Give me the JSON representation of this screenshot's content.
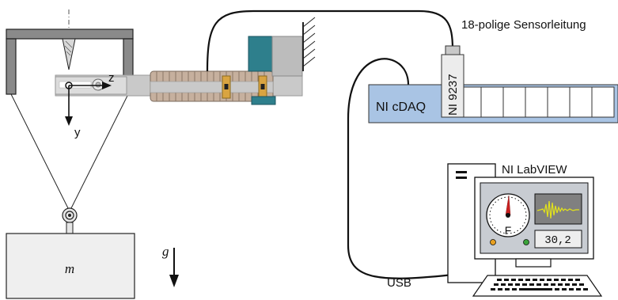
{
  "labels": {
    "sensor_cable": "18-polige Sensorleitung",
    "daq": "NI cDAQ",
    "module": "NI 9237",
    "labview": "NI LabVIEW",
    "usb": "USB",
    "mass": "m",
    "gravity": "g",
    "axis_y": "y",
    "axis_z": "z",
    "gauge_symbol": "F",
    "display_value": "30,2"
  },
  "colors": {
    "frame": "#7f7f7f",
    "daq_body": "#a9c4e4",
    "beam": "#c9c9c9",
    "sleeve": "#c6b09e",
    "clamp": "#2e7f8c",
    "strain_gauge": "#d9a441",
    "monitor_screen": "#c8ccd2",
    "scope": "#808080",
    "scope_signal": "#e3e31a",
    "needle": "#cc2222",
    "mass_block": "#efefef"
  },
  "icons": [
    "strain-gauge-icon",
    "pulley-icon",
    "clamp-hatch-icon",
    "computer-icon",
    "keyboard-icon",
    "gauge-dial-icon",
    "oscilloscope-icon"
  ]
}
